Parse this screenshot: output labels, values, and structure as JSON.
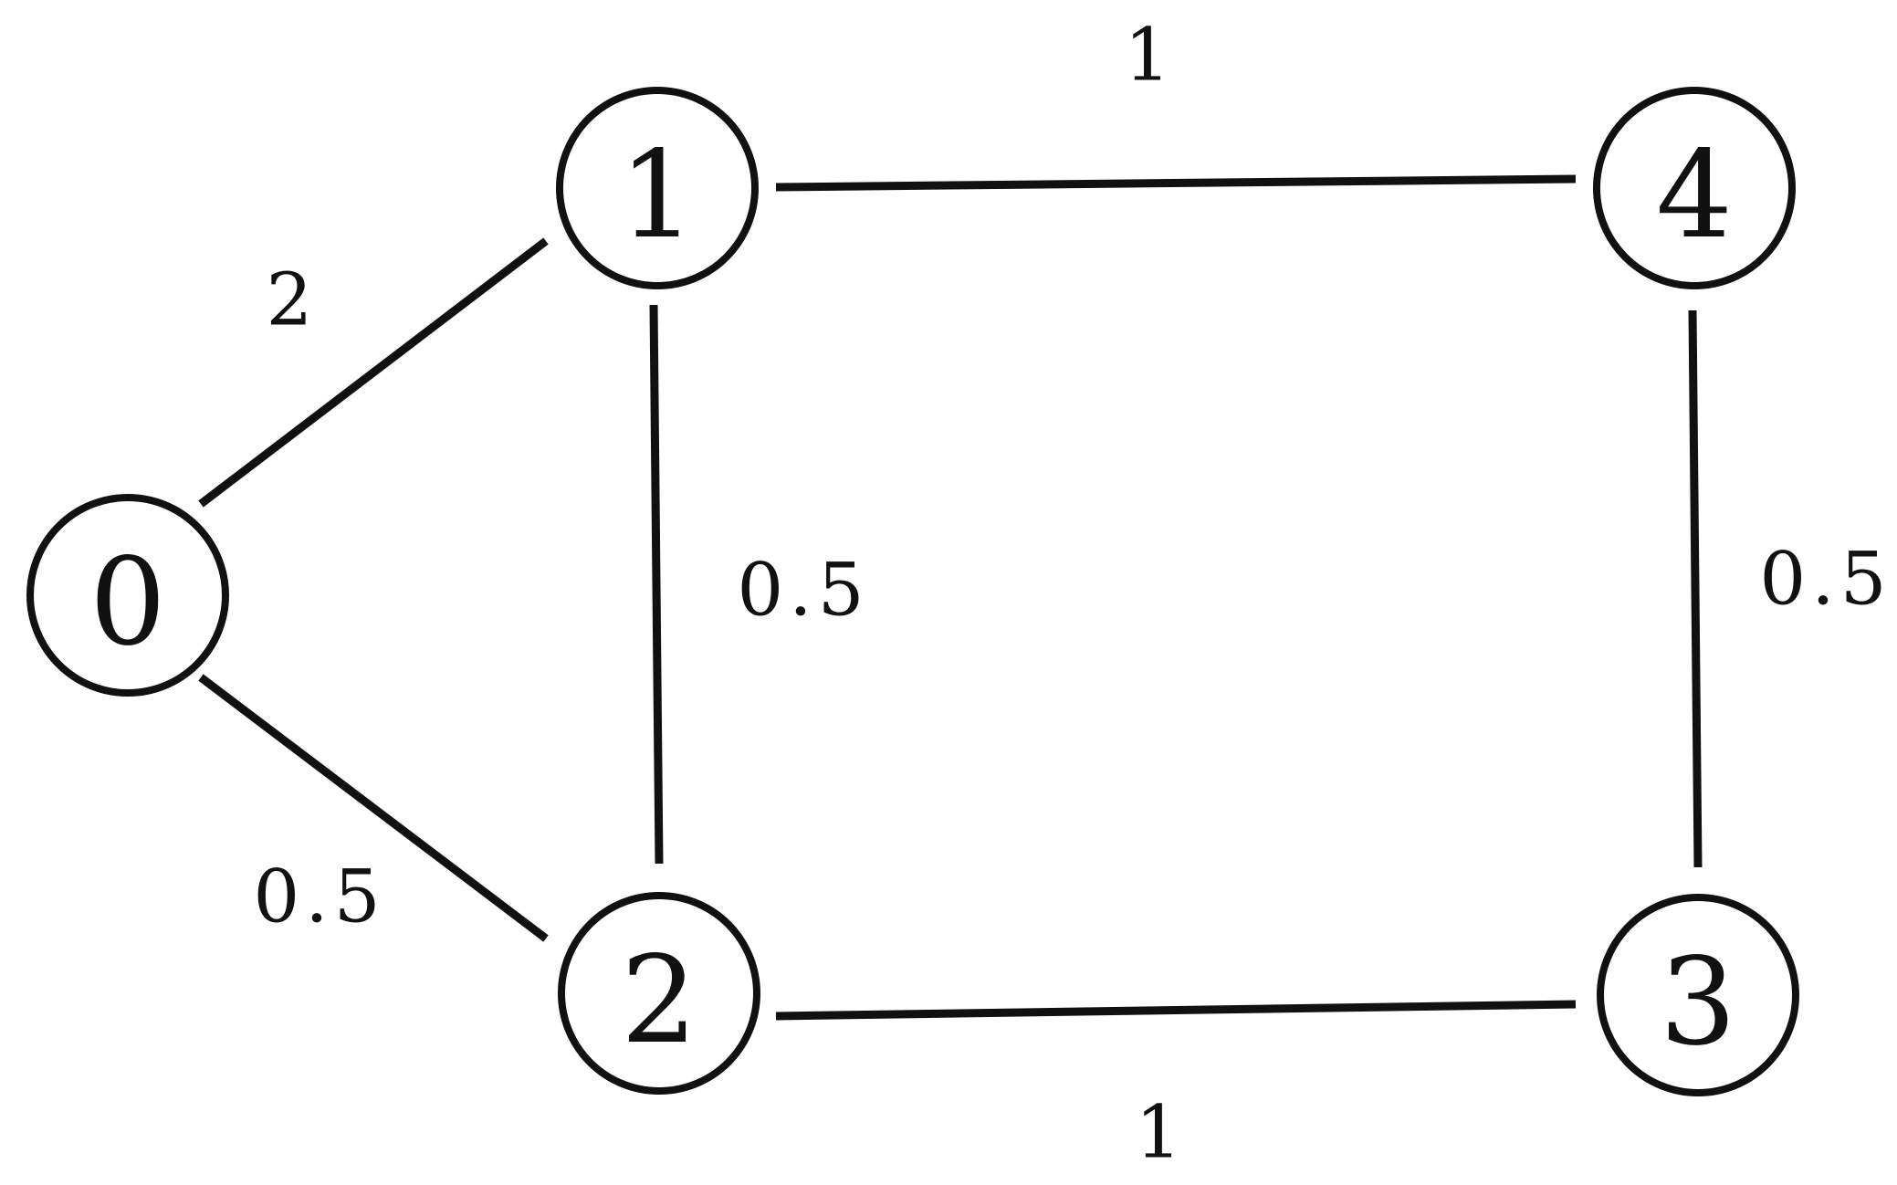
{
  "graph": {
    "nodes": [
      {
        "id": "0",
        "label": "0"
      },
      {
        "id": "1",
        "label": "1"
      },
      {
        "id": "2",
        "label": "2"
      },
      {
        "id": "3",
        "label": "3"
      },
      {
        "id": "4",
        "label": "4"
      }
    ],
    "edges": [
      {
        "from": "0",
        "to": "1",
        "weight": "2"
      },
      {
        "from": "0",
        "to": "2",
        "weight": "0.5"
      },
      {
        "from": "1",
        "to": "2",
        "weight": "0.5"
      },
      {
        "from": "1",
        "to": "4",
        "weight": "1"
      },
      {
        "from": "2",
        "to": "3",
        "weight": "1"
      },
      {
        "from": "4",
        "to": "3",
        "weight": "0.5"
      }
    ]
  }
}
